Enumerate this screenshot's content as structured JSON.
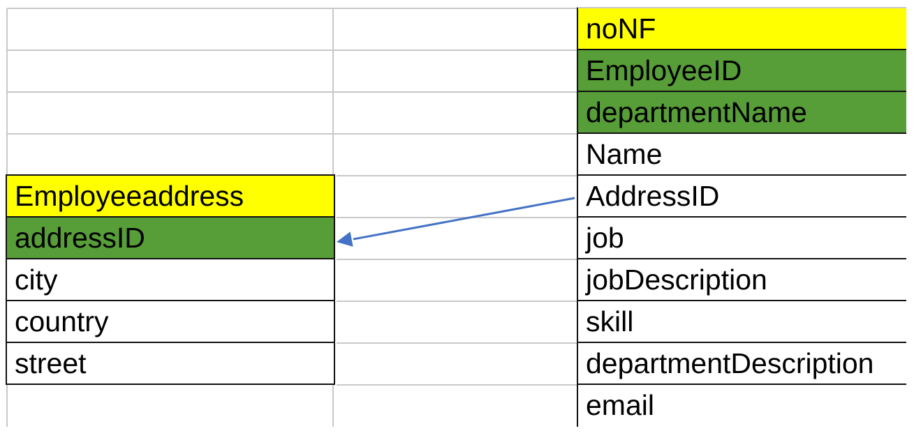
{
  "tables": {
    "employeeaddress": {
      "rows": [
        {
          "label": "Employeeaddress",
          "bg": "#FFFF00"
        },
        {
          "label": "addressID",
          "bg": "#579D38"
        },
        {
          "label": "city",
          "bg": "#FFFFFF"
        },
        {
          "label": "country",
          "bg": "#FFFFFF"
        },
        {
          "label": "street",
          "bg": "#FFFFFF"
        }
      ]
    },
    "nonf": {
      "rows": [
        {
          "label": "noNF",
          "bg": "#FFFF00"
        },
        {
          "label": "EmployeeID",
          "bg": "#579D38"
        },
        {
          "label": "departmentName",
          "bg": "#579D38"
        },
        {
          "label": "Name",
          "bg": "#FFFFFF"
        },
        {
          "label": "AddressID",
          "bg": "#FFFFFF"
        },
        {
          "label": "job",
          "bg": "#FFFFFF"
        },
        {
          "label": "jobDescription",
          "bg": "#FFFFFF"
        },
        {
          "label": "skill",
          "bg": "#FFFFFF"
        },
        {
          "label": "departmentDescription",
          "bg": "#FFFFFF"
        },
        {
          "label": "email",
          "bg": "#FFFFFF"
        }
      ]
    }
  },
  "arrow": {
    "color": "#4472C4",
    "from_field": "AddressID",
    "to_field": "addressID"
  },
  "colors": {
    "highlight_yellow": "#FFFF00",
    "highlight_green": "#579D38",
    "arrow_blue": "#4472C4",
    "gridline_gray": "#C8C8C8",
    "table_border_black": "#111111"
  }
}
